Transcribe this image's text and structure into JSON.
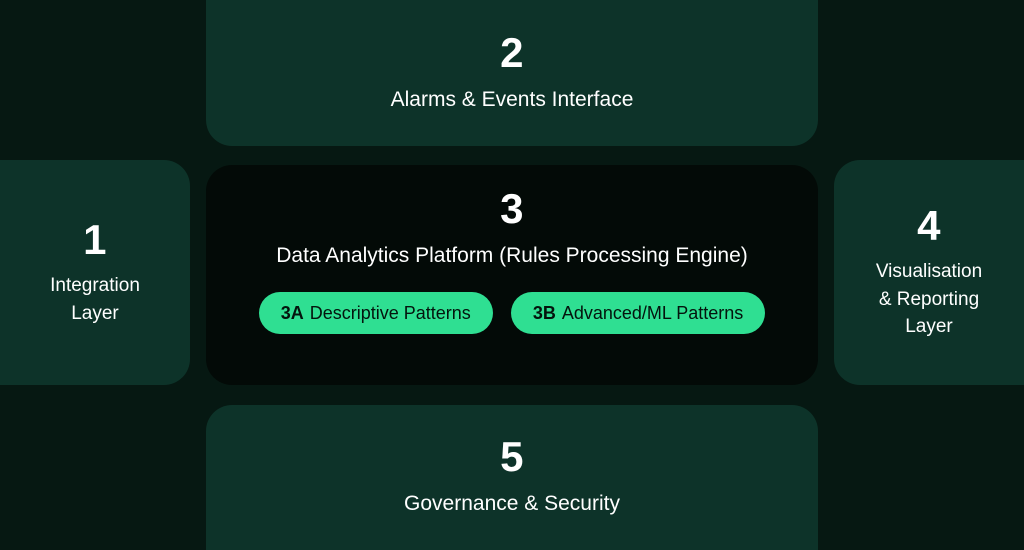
{
  "theme": {
    "background": "#061812",
    "panel": "#0d3329",
    "center_panel": "#030a07",
    "accent": "#2fdf92",
    "text": "#ffffff",
    "pill_text": "#04140d"
  },
  "diagram": {
    "boxes": {
      "alarms": {
        "number": "2",
        "label": "Alarms & Events Interface"
      },
      "integration": {
        "number": "1",
        "label": "Integration\nLayer"
      },
      "platform": {
        "number": "3",
        "label": "Data Analytics Platform (Rules Processing Engine)",
        "pills": [
          {
            "tag": "3A",
            "label": "Descriptive Patterns"
          },
          {
            "tag": "3B",
            "label": "Advanced/ML Patterns"
          }
        ]
      },
      "visualisation": {
        "number": "4",
        "label": "Visualisation\n& Reporting\nLayer"
      },
      "governance": {
        "number": "5",
        "label": "Governance & Security"
      }
    }
  }
}
